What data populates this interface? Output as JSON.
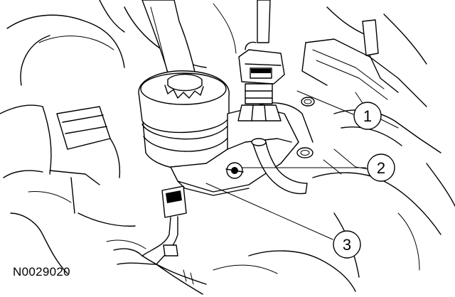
{
  "figure": {
    "id": "N0029020"
  },
  "callouts": [
    {
      "label": "1"
    },
    {
      "label": "2"
    },
    {
      "label": "3"
    }
  ],
  "colors": {
    "line": "#000000",
    "background": "#ffffff"
  }
}
